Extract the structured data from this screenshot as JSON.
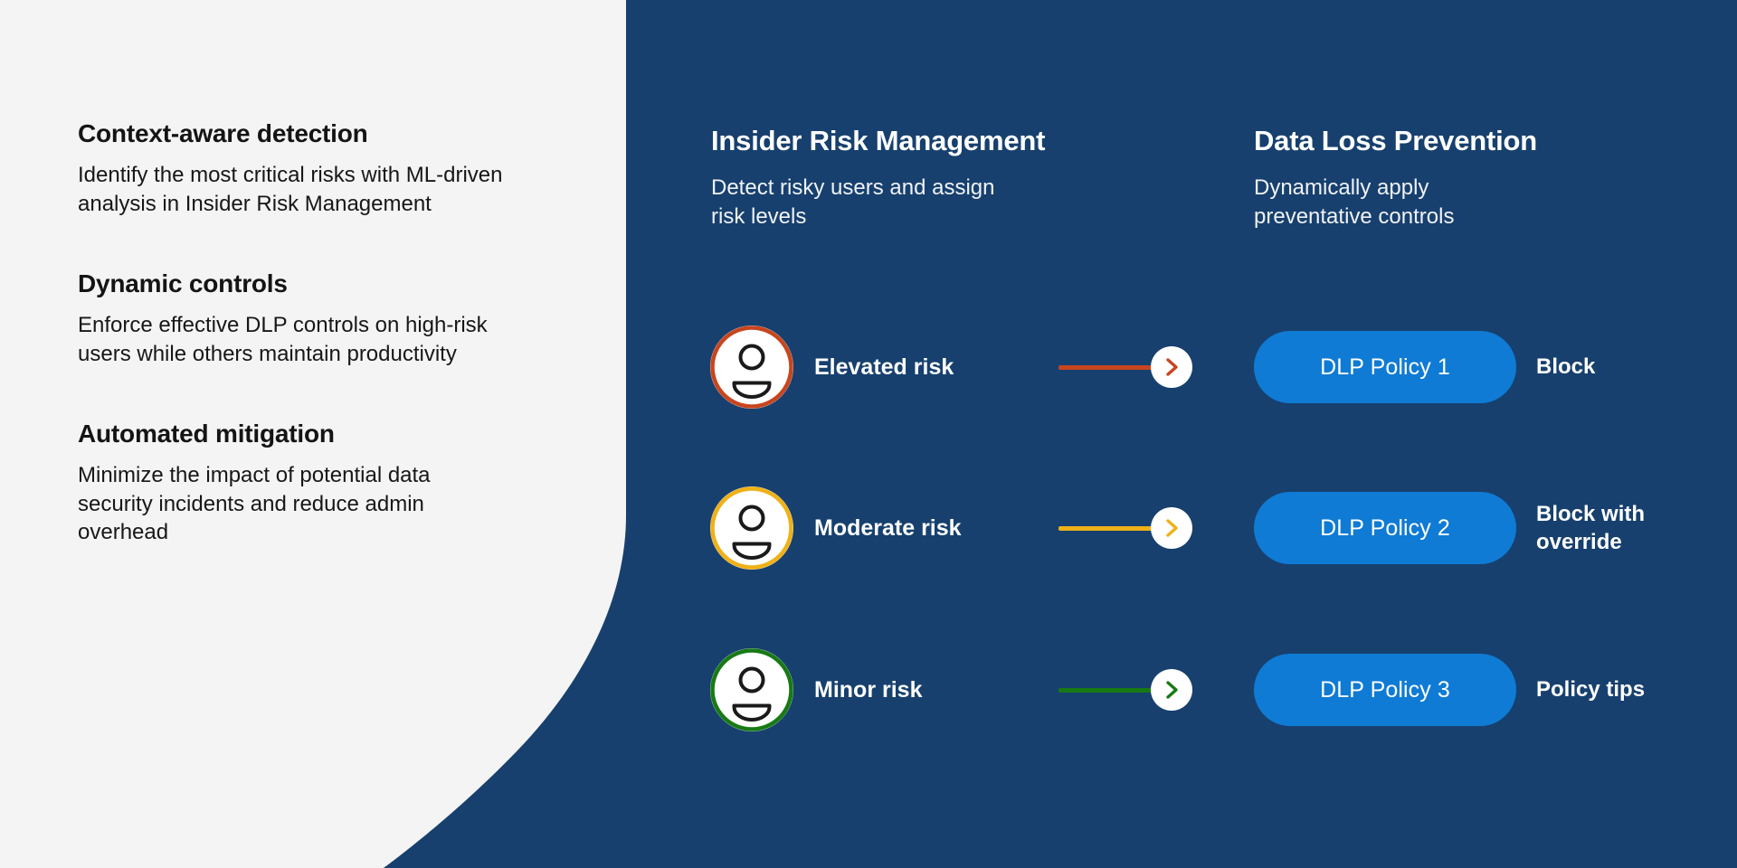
{
  "theme": {
    "light_bg": "#f4f4f4",
    "navy_bg": "#17406e",
    "pill_blue": "#0f7bd4",
    "white": "#ffffff",
    "text_dark": "#141414"
  },
  "left_column": {
    "blocks": [
      {
        "title": "Context-aware detection",
        "body": "Identify the most critical risks with ML-driven analysis in Insider Risk Management"
      },
      {
        "title": "Dynamic controls",
        "body": "Enforce effective DLP controls on high-risk users while others maintain productivity"
      },
      {
        "title": "Automated mitigation",
        "body": "Minimize the impact of potential data security incidents and reduce admin overhead"
      }
    ]
  },
  "columns": {
    "irm": {
      "title": "Insider Risk Management",
      "subtitle": "Detect risky users and assign risk levels"
    },
    "dlp": {
      "title": "Data Loss Prevention",
      "subtitle": "Dynamically apply preventative controls"
    }
  },
  "rows": [
    {
      "risk_label": "Elevated risk",
      "risk_color": "#c8451e",
      "avatar_icon": "person-avatar-icon",
      "arrow_icon": "chevron-right-icon",
      "policy_label": "DLP Policy 1",
      "policy_color": "#0f7bd4",
      "action_label": "Block"
    },
    {
      "risk_label": "Moderate risk",
      "risk_color": "#efb117",
      "avatar_icon": "person-avatar-icon",
      "arrow_icon": "chevron-right-icon",
      "policy_label": "DLP Policy 2",
      "policy_color": "#0f7bd4",
      "action_label": "Block with override"
    },
    {
      "risk_label": "Minor risk",
      "risk_color": "#177a14",
      "avatar_icon": "person-avatar-icon",
      "arrow_icon": "chevron-right-icon",
      "policy_label": "DLP Policy 3",
      "policy_color": "#0f7bd4",
      "action_label": "Policy tips"
    }
  ]
}
